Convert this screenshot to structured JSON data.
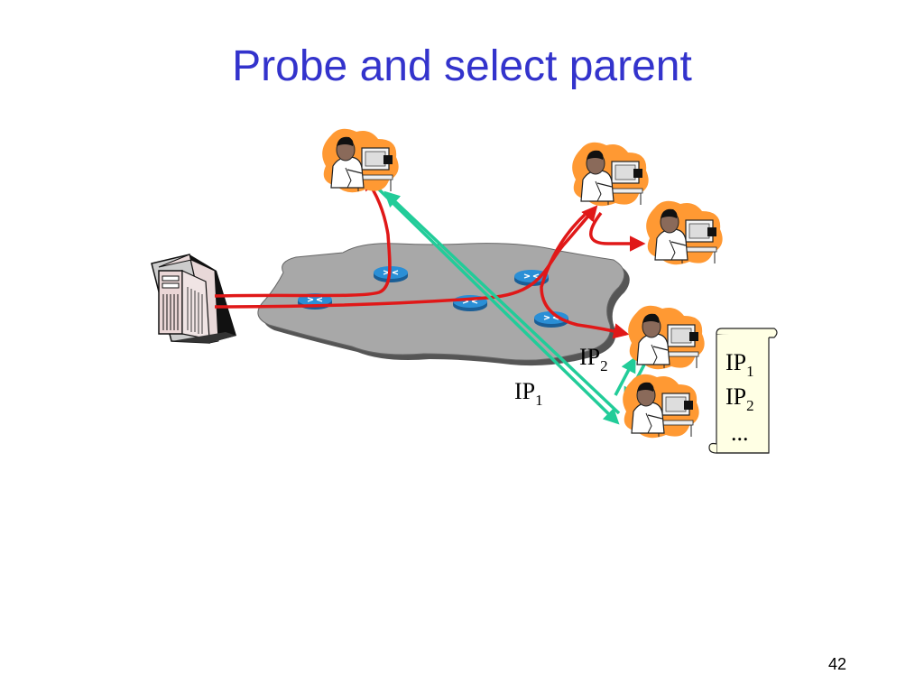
{
  "slide": {
    "title": "Probe and select parent",
    "page_number": "42"
  },
  "labels": {
    "ip1_main": "IP",
    "ip1_sub": "1",
    "ip2_main": "IP",
    "ip2_sub": "2"
  },
  "scroll_list": {
    "item1_main": "IP",
    "item1_sub": "1",
    "item2_main": "IP",
    "item2_sub": "2",
    "more": "..."
  },
  "colors": {
    "title": "#3333cc",
    "data_path": "#e01818",
    "probe_path": "#22cc99",
    "cloud": "#a8a8a8",
    "router": "#2a8fd6"
  },
  "icons": [
    "server-icon",
    "router-icon",
    "user-computer-icon",
    "scroll-icon"
  ]
}
